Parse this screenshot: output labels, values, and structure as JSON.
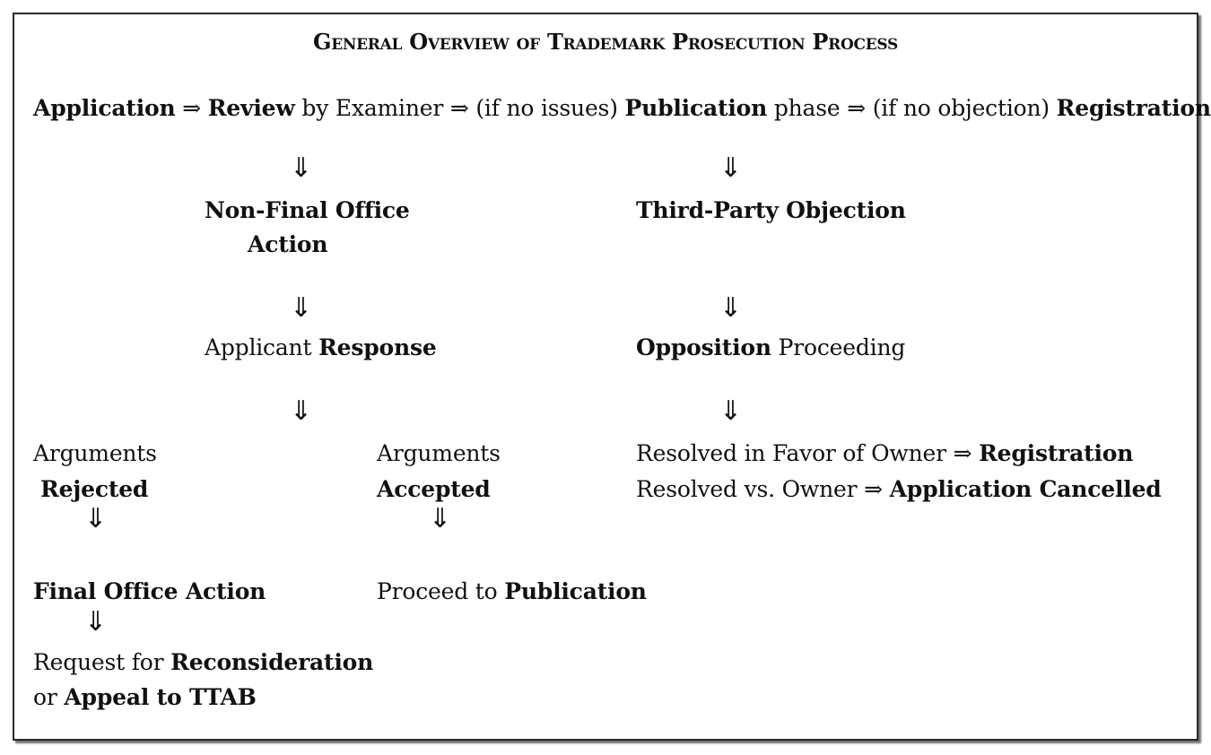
{
  "title": "General Overview of Trademark Prosecution Process",
  "symbols": {
    "right_arrow": "⇒",
    "down_arrow": "⇓"
  },
  "main_flow": {
    "application": "Application",
    "review": "Review",
    "by_examiner": "by Examiner",
    "if_no_issues": "(if no issues)",
    "publication": "Publication",
    "phase": "phase",
    "if_no_objection": "(if no objection)",
    "registration": "Registration"
  },
  "left_branch": {
    "non_final_line1": "Non-Final Office",
    "non_final_line2": "Action",
    "applicant": "Applicant",
    "response": "Response",
    "arguments_rejected_line1": "Arguments",
    "arguments_rejected_line2": "Rejected",
    "arguments_accepted_line1": "Arguments",
    "arguments_accepted_line2": "Accepted",
    "final_office_action": "Final Office Action",
    "proceed_to": "Proceed to",
    "publication": "Publication",
    "request_for": "Request for",
    "reconsideration": "Reconsideration",
    "or": "or",
    "appeal_to_ttab": "Appeal to TTAB"
  },
  "right_branch": {
    "third_party_objection": "Third-Party Objection",
    "opposition": "Opposition",
    "proceeding": "Proceeding",
    "resolved_favor": "Resolved in Favor of Owner",
    "registration": "Registration",
    "resolved_vs": "Resolved vs. Owner",
    "application_cancelled": "Application Cancelled"
  }
}
